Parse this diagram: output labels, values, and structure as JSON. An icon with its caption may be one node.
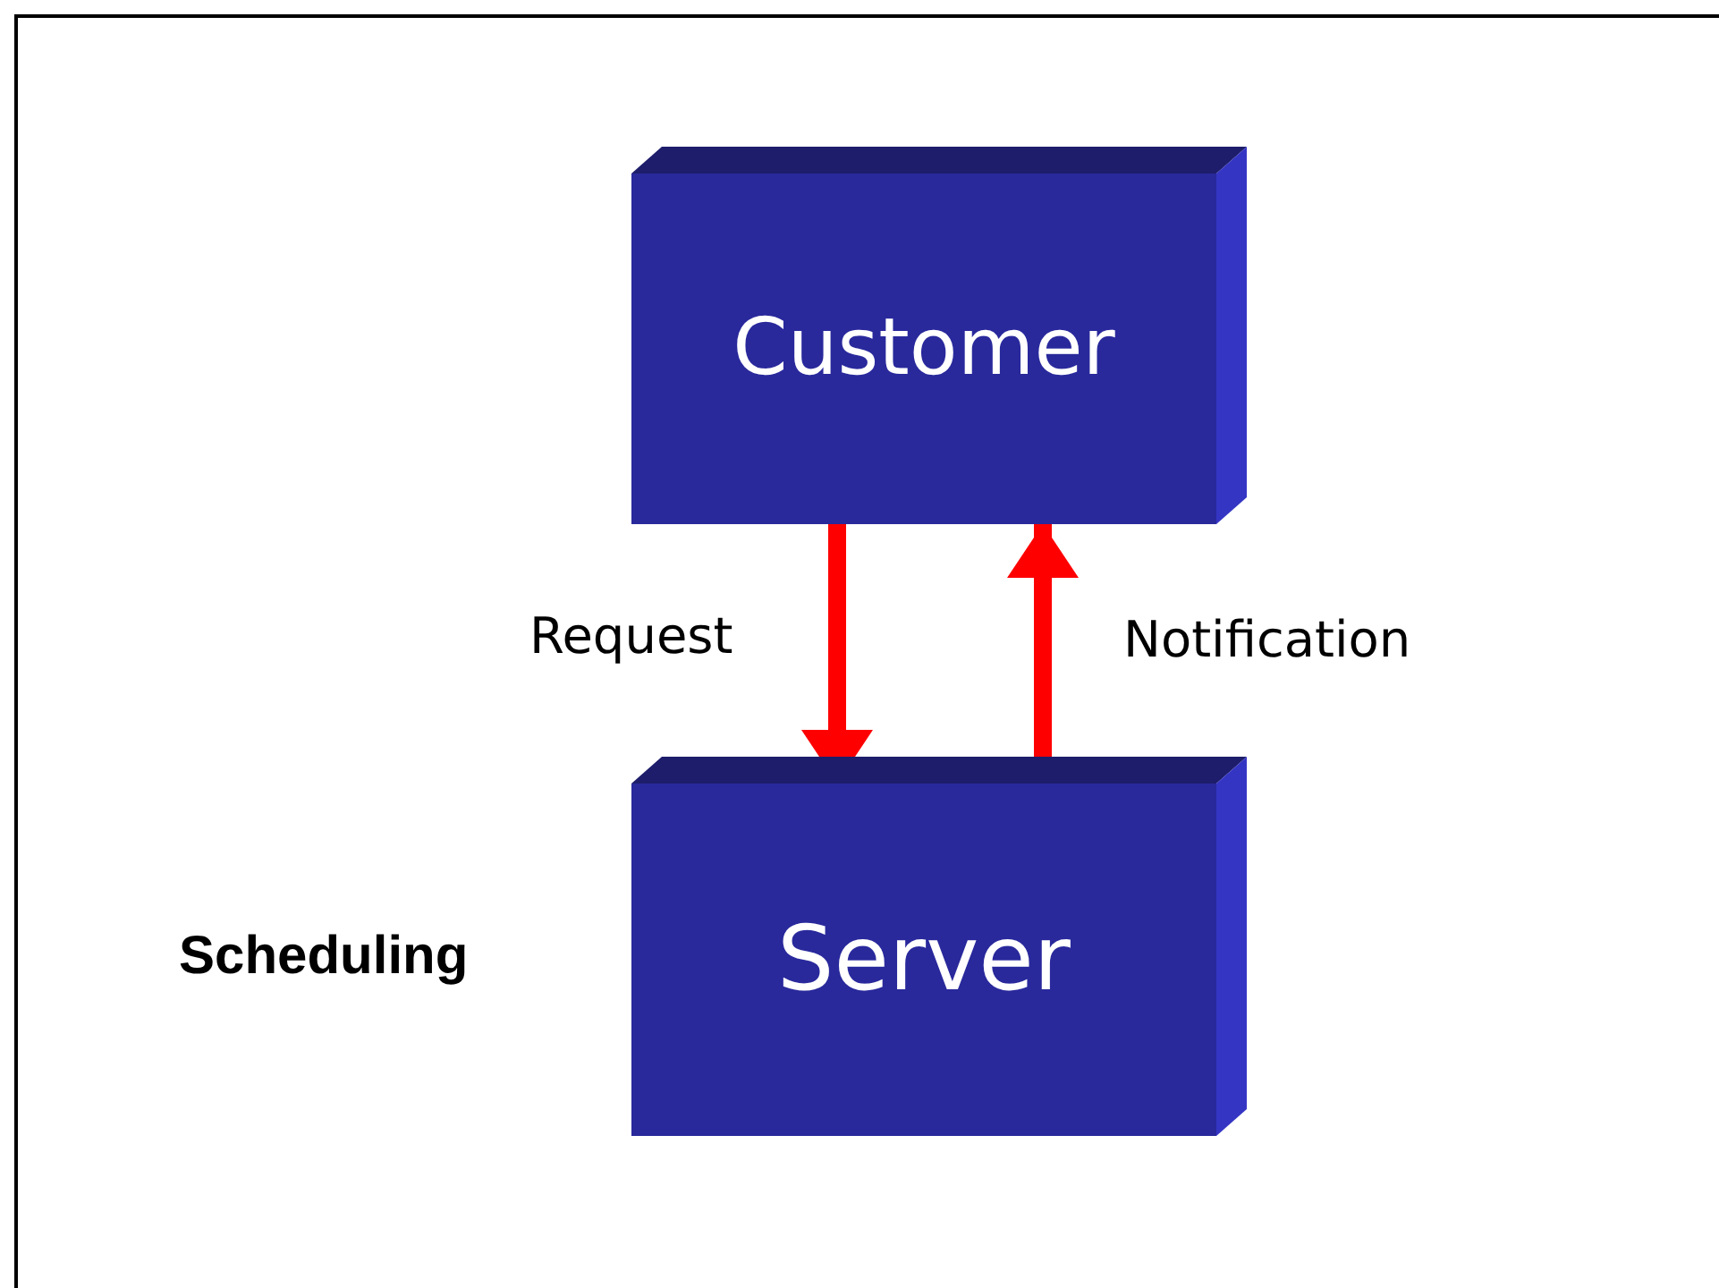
{
  "diagram": {
    "nodes": [
      {
        "text": [
          "Customer"
        ]
      },
      {
        "text": [
          "Server"
        ],
        "beside": [
          "Scheduling"
        ]
      }
    ],
    "edges": [
      {
        "from": 0,
        "to": 1,
        "arrow": "to",
        "label": "Request"
      },
      {
        "from": 1,
        "to": 0,
        "arrow": "to",
        "label": "Notification"
      }
    ]
  }
}
